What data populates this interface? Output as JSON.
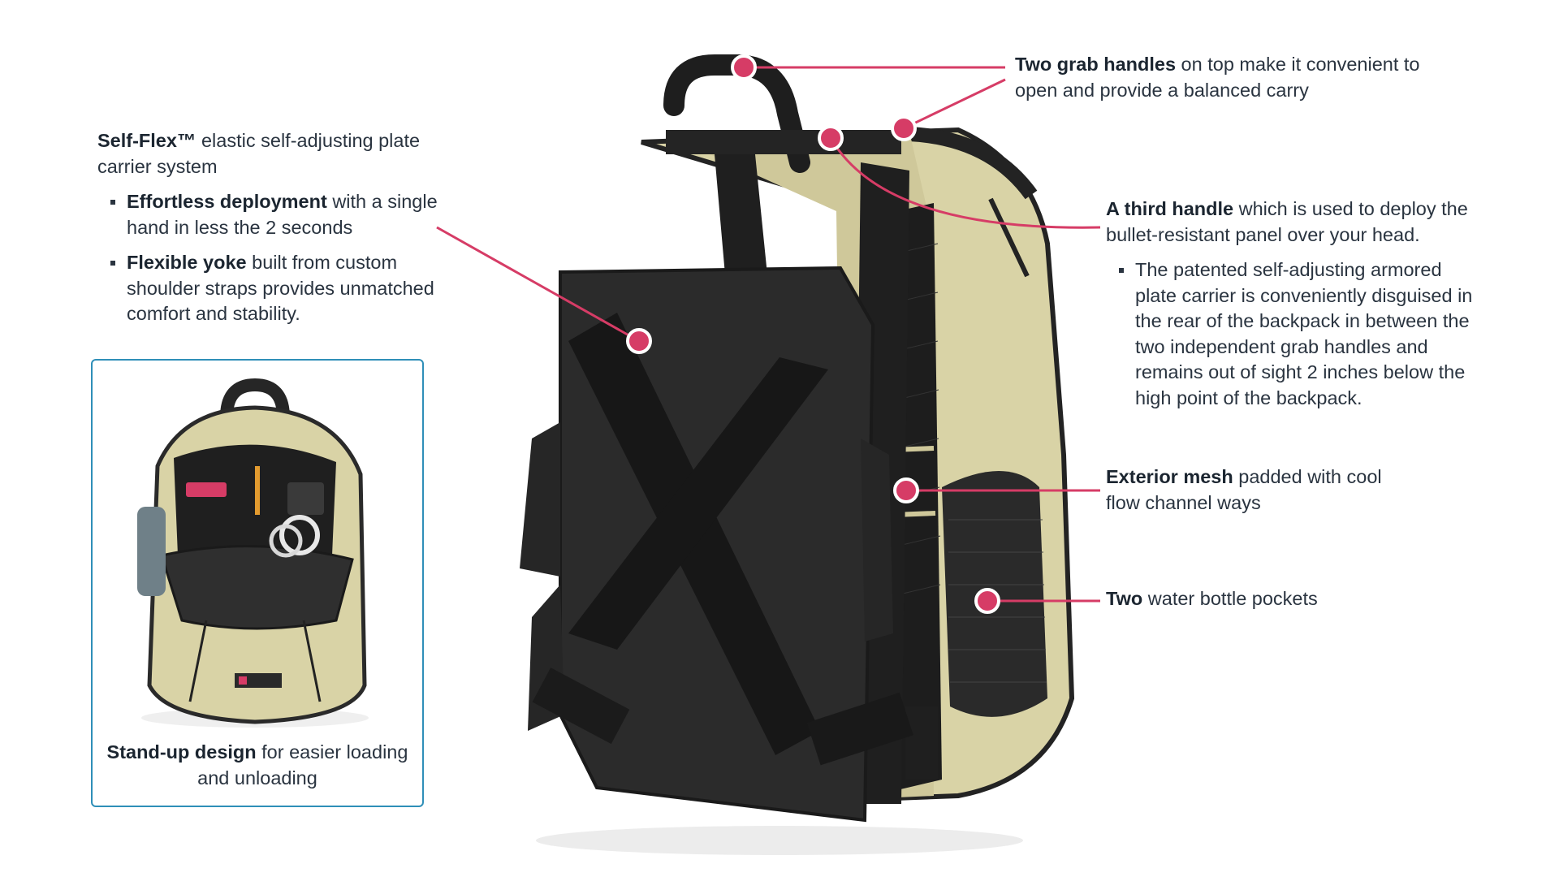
{
  "colors": {
    "accent": "#d63c66",
    "inset_border": "#2f8fb8",
    "text": "#2a3440",
    "bag_khaki": "#d9d3a6",
    "bag_black": "#2b2b2b"
  },
  "left_callout": {
    "heading_bold": "Self-Flex™",
    "heading_rest": " elastic self-adjusting plate carrier system",
    "bullets": [
      {
        "bold": "Effortless deployment",
        "rest": " with a single hand in less the 2 seconds"
      },
      {
        "bold": "Flexible yoke",
        "rest": " built from custom shoulder straps provides unmatched comfort and stability."
      }
    ]
  },
  "inset": {
    "caption_bold": "Stand-up design",
    "caption_rest": " for easier loading and unloading"
  },
  "grab_handles": {
    "bold": "Two grab handles",
    "rest": " on top make it convenient to open and provide a balanced carry"
  },
  "third_handle": {
    "bold": "A third handle",
    "rest": " which is used to deploy the bullet-resistant panel over your head.",
    "bullet": "The patented self-adjusting armored plate carrier is conveniently disguised in the rear of the backpack in between the two independent grab handles and remains out of sight 2 inches below the high point of the backpack."
  },
  "mesh": {
    "bold": "Exterior mesh",
    "rest": " padded with cool flow channel ways"
  },
  "pockets": {
    "bold": "Two",
    "rest": " water bottle pockets"
  }
}
